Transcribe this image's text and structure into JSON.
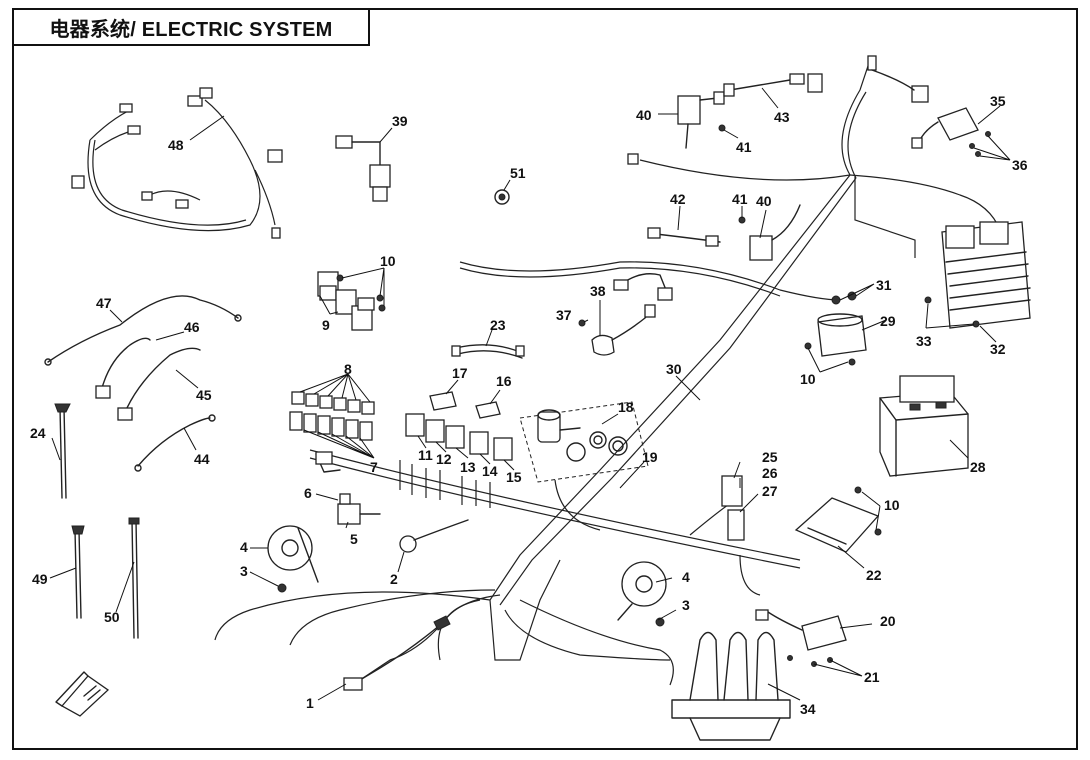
{
  "title": "电器系统/ ELECTRIC SYSTEM",
  "callouts": [
    "1",
    "2",
    "3",
    "3",
    "4",
    "4",
    "5",
    "6",
    "7",
    "8",
    "9",
    "10",
    "10",
    "10",
    "11",
    "12",
    "13",
    "14",
    "15",
    "16",
    "17",
    "18",
    "19",
    "20",
    "21",
    "22",
    "23",
    "24",
    "25",
    "26",
    "27",
    "28",
    "29",
    "30",
    "31",
    "32",
    "33",
    "34",
    "35",
    "36",
    "37",
    "38",
    "39",
    "40",
    "40",
    "41",
    "41",
    "42",
    "43",
    "44",
    "45",
    "46",
    "47",
    "48",
    "49",
    "50",
    "51"
  ],
  "colors": {
    "line": "#222222",
    "background": "#ffffff"
  },
  "icons": [
    "front-arrow-icon"
  ]
}
